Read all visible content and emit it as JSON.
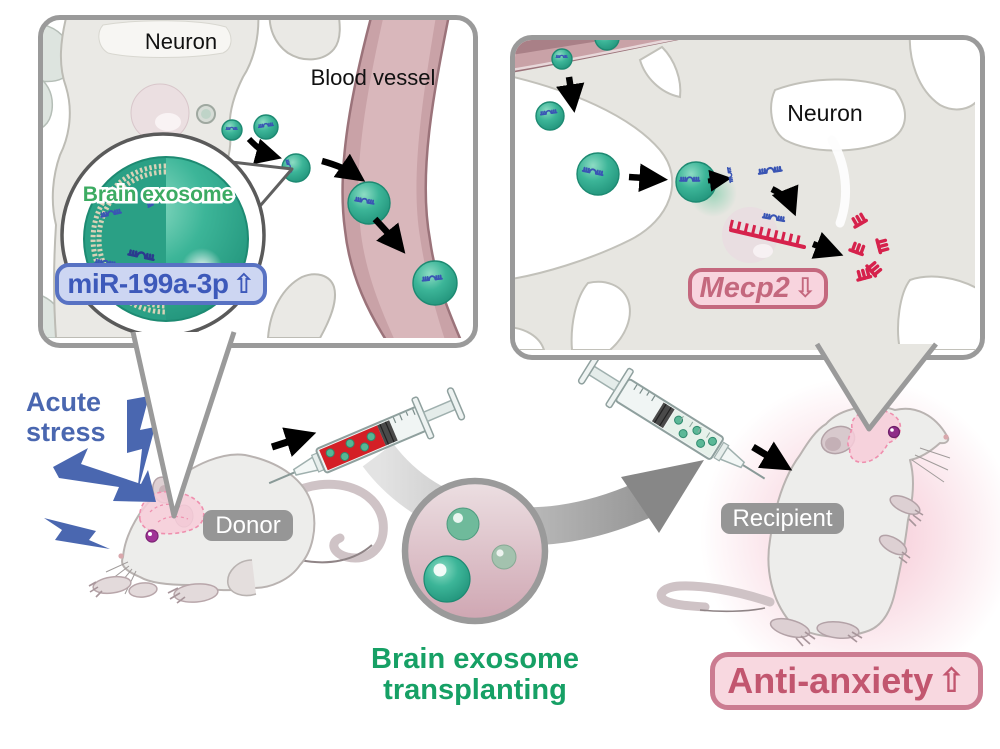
{
  "panel_left": {
    "neuron_label": "Neuron",
    "vessel_label": "Blood vessel",
    "exosome_caption": "Brain exosome",
    "badge_text": "miR-199a-3p",
    "badge_arrow": "⇧"
  },
  "panel_right": {
    "neuron_label": "Neuron",
    "badge_text": "Mecp2",
    "badge_arrow": "⇩"
  },
  "scene": {
    "stress_line1": "Acute",
    "stress_line2": "stress",
    "donor_label": "Donor",
    "recipient_label": "Recipient",
    "caption_line1": "Brain exosome",
    "caption_line2": "transplanting",
    "anti_anxiety_text": "Anti-anxiety",
    "anti_anxiety_arrow": "⇧"
  },
  "colors": {
    "exosome_green": "#2fa98c",
    "mirna_blue": "#3a55b4",
    "mir_badge_bg": "#cdd6f2",
    "mir_badge_border": "#5872c3",
    "vessel_pink": "#c9a2a7",
    "mrna_red": "#d6224c",
    "mecp2_badge_bg": "#f8d4de",
    "mecp2_badge_border": "#c4687e",
    "stress_blue": "#4a67b0",
    "caption_green": "#16a065",
    "anti_anxiety_pink": "#c2566f",
    "label_gray": "#969696",
    "panel_border_gray": "#9a9a9a"
  }
}
